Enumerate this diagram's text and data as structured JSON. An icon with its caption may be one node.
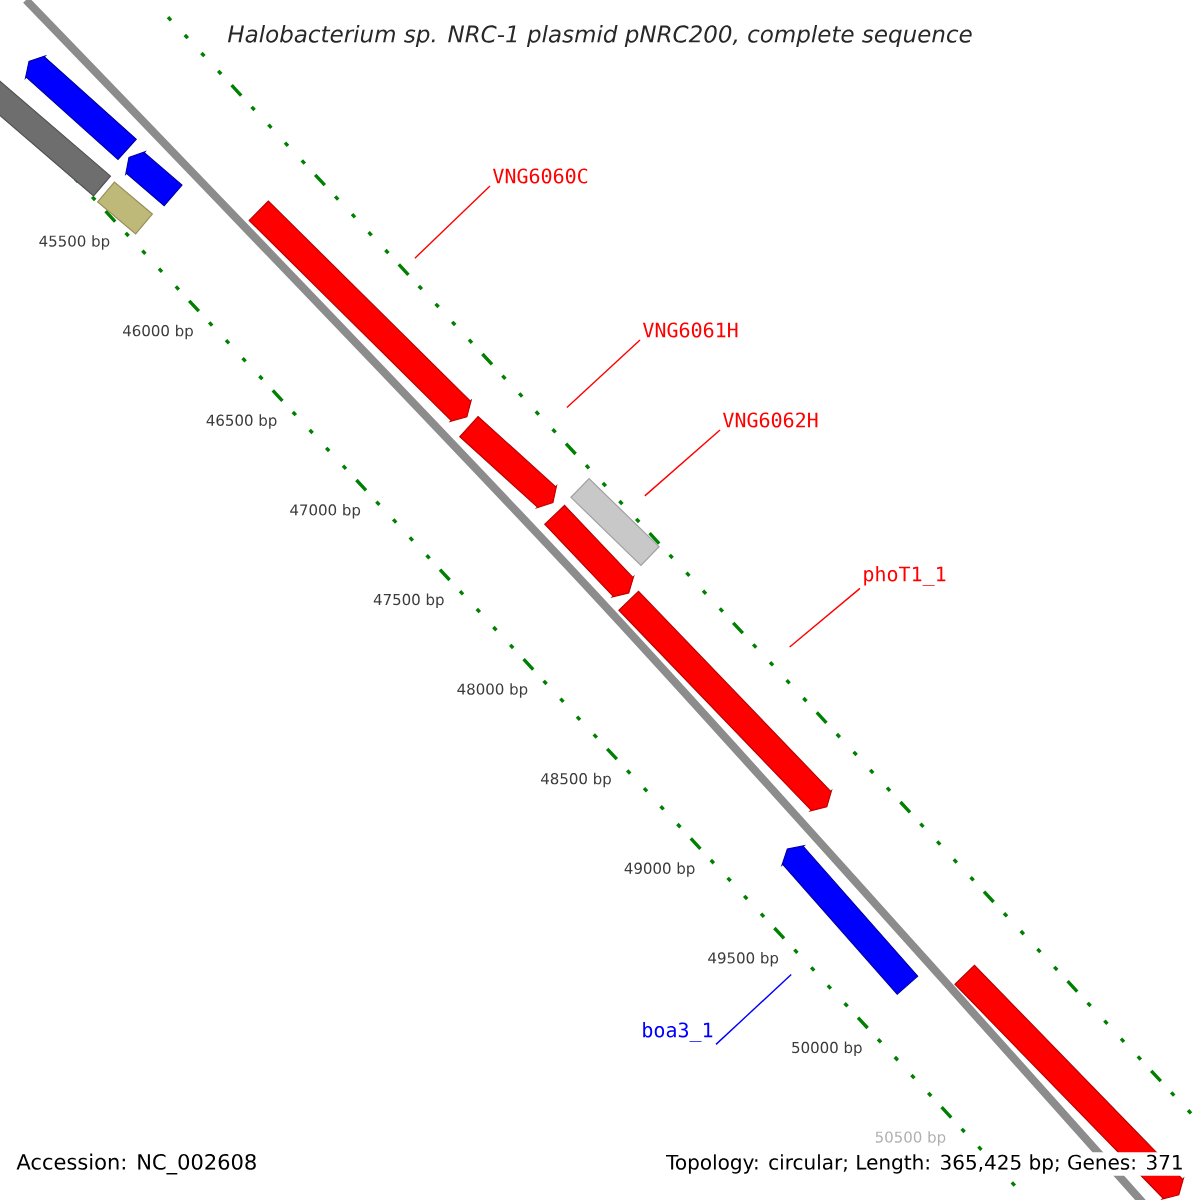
{
  "diagram": {
    "title": "Halobacterium sp. NRC-1 plasmid pNRC200, complete sequence",
    "nodes": [
      {
        "text": [
          "VNG6060C"
        ]
      },
      {
        "text": [
          "VNG6061H"
        ]
      },
      {
        "text": [
          "VNG6062H"
        ]
      },
      {
        "text": [
          "phoT1_1"
        ]
      },
      {
        "text": [
          "boa3_1"
        ]
      },
      {
        "text": [],
        "shape": "arrow"
      },
      {
        "text": [],
        "shape": "box"
      },
      {
        "text": [],
        "shape": "arrow"
      },
      {
        "text": [],
        "shape": "box"
      },
      {
        "text": [],
        "shape": "arrow"
      },
      {
        "text": [],
        "shape": "arrow"
      },
      {
        "text": [],
        "shape": "box"
      },
      {
        "text": [],
        "shape": "arrow"
      },
      {
        "text": [],
        "shape": "arrow"
      },
      {
        "text": [],
        "shape": "arrow"
      },
      {
        "text": [],
        "shape": "arrow"
      }
    ],
    "edges": [
      {
        "from": 0,
        "to": 9,
        "arrow": "none"
      },
      {
        "from": 1,
        "to": 10,
        "arrow": "none"
      },
      {
        "from": 2,
        "to": 11,
        "arrow": "none"
      },
      {
        "from": 3,
        "to": 13,
        "arrow": "none"
      },
      {
        "from": 4,
        "to": 14,
        "arrow": "none",
        "color": "#0000ff"
      }
    ],
    "labels": [
      "45500 bp",
      "46000 bp",
      "46500 bp",
      "47000 bp",
      "47500 bp",
      "48000 bp",
      "48500 bp",
      "49000 bp",
      "49500 bp",
      "50000 bp",
      "50500 bp",
      "Accession: NC_002608",
      "Topology: circular; Length: 365,425 bp; Genes: 371"
    ]
  }
}
